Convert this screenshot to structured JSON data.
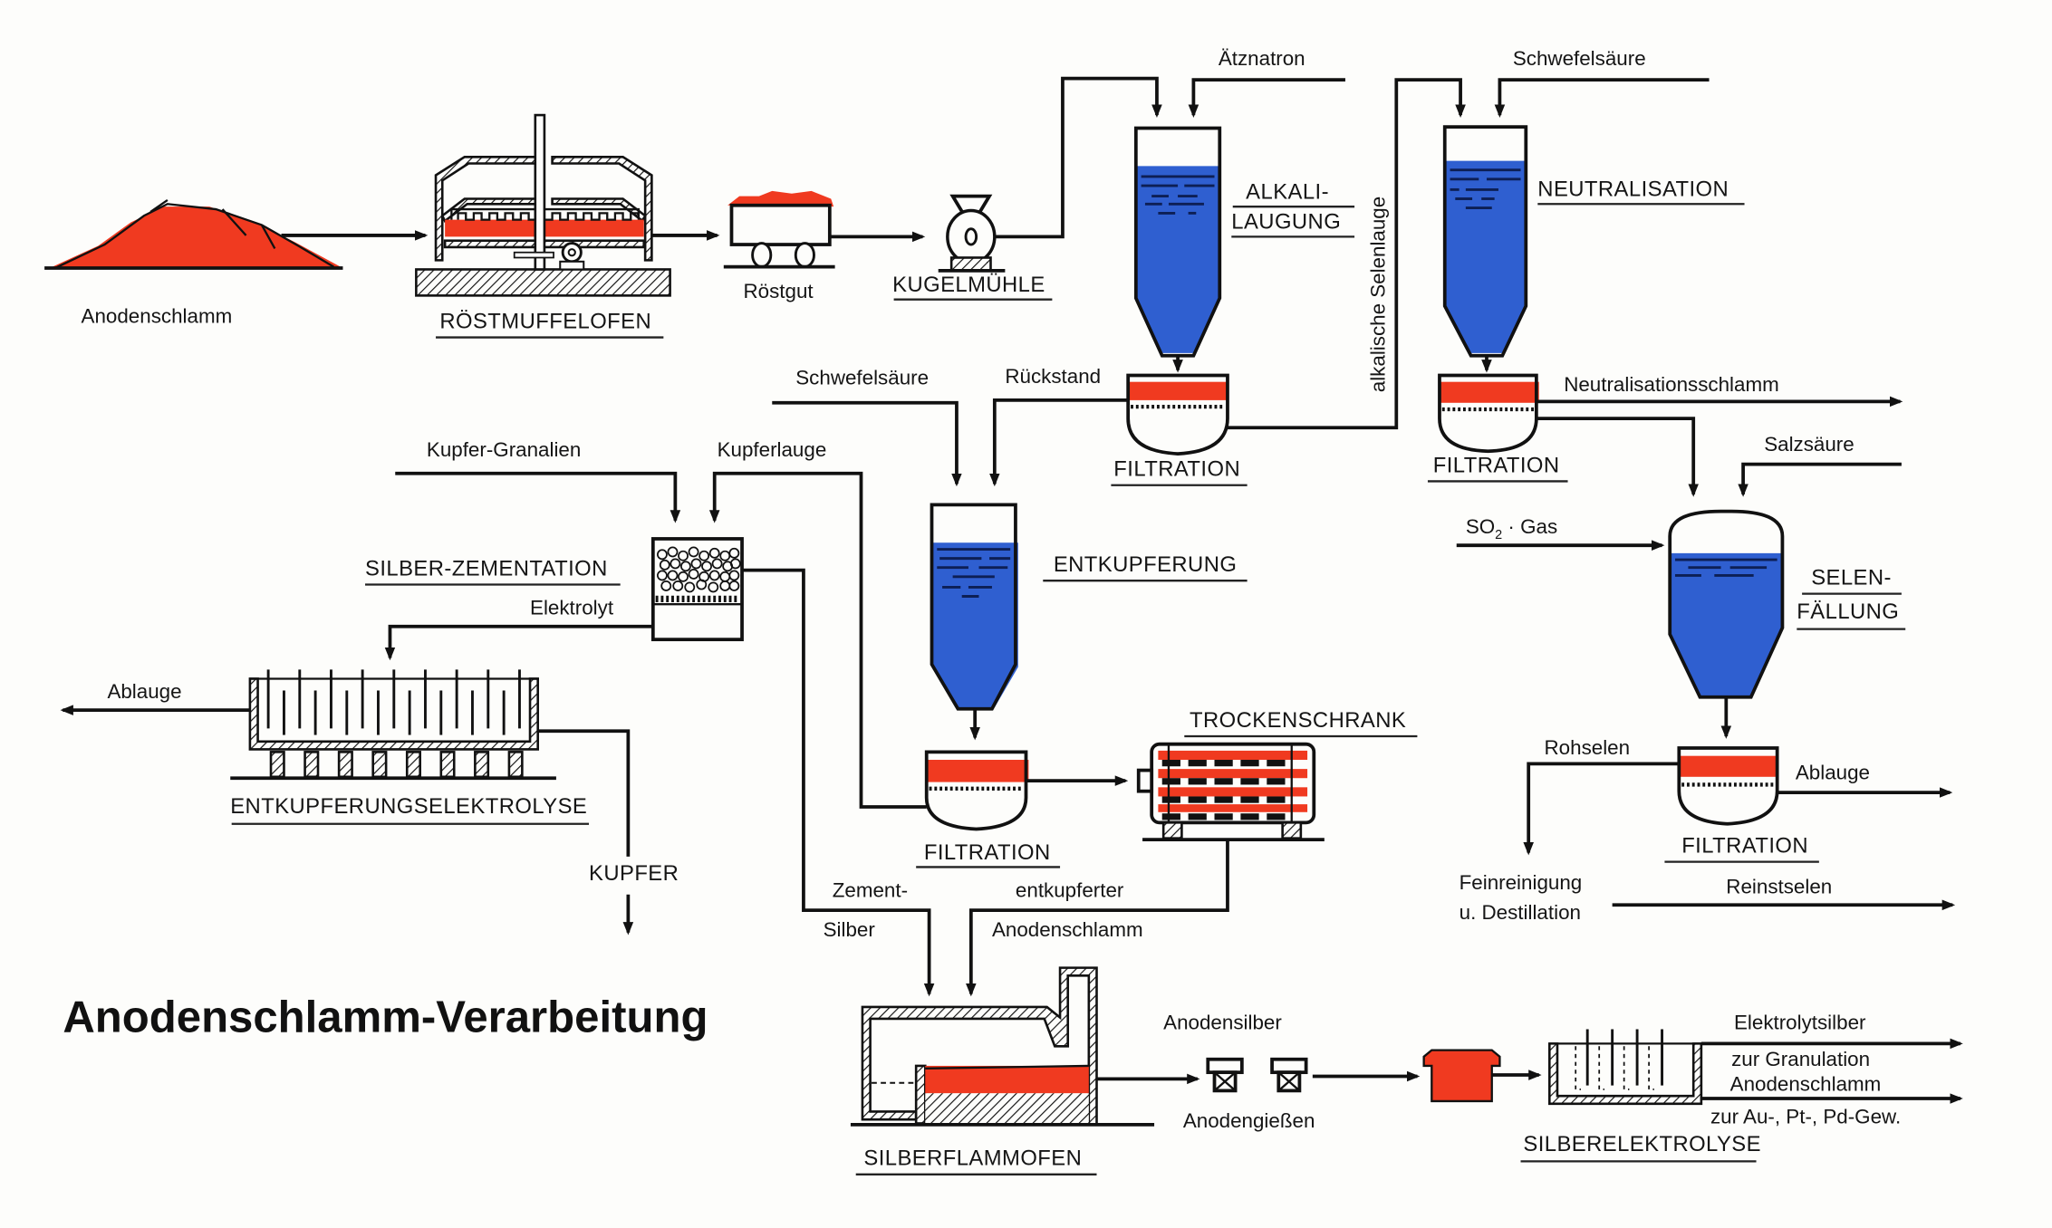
{
  "title": "Anodenschlamm-Verarbeitung",
  "colors": {
    "slime_red": "#f03a20",
    "liquid_blue": "#2f5fd0",
    "ink": "#111111",
    "paper": "#fdfdfb"
  },
  "stations": {
    "anodenschlamm": "Anodenschlamm",
    "roestmuffelofen": "RÖSTMUFFELOFEN",
    "roestgut": "Röstgut",
    "kugelmuehle": "KUGELMÜHLE",
    "alkalilaugung_1": "ALKALI-",
    "alkalilaugung_2": "LAUGUNG",
    "neutralisation": "NEUTRALISATION",
    "filtration_1": "FILTRATION",
    "filtration_2": "FILTRATION",
    "entkupferung": "ENTKUPFERUNG",
    "selenfaellung_1": "SELEN-",
    "selenfaellung_2": "FÄLLUNG",
    "silberzementation": "SILBER-ZEMENTATION",
    "entkupferungselektrolyse": "ENTKUPFERUNGSELEKTROLYSE",
    "filtration_3": "FILTRATION",
    "trockenschrank": "TROCKENSCHRANK",
    "filtration_4": "FILTRATION",
    "silberflammofen": "SILBERFLAMMOFEN",
    "silberelektrolyse": "SILBERELEKTROLYSE"
  },
  "streams": {
    "aetznatron": "Ätznatron",
    "schwefelsaeure_top": "Schwefelsäure",
    "alkalische_selenlauge": "alkalische Selenlauge",
    "schwefelsaeure_mid": "Schwefelsäure",
    "rueckstand": "Rückstand",
    "neutralisationsschlamm": "Neutralisationsschlamm",
    "salzsaeure": "Salzsäure",
    "so2_gas_main": "SO",
    "so2_gas_sub": "2",
    "so2_gas_rest": " · Gas",
    "kupfer_granalien": "Kupfer-Granalien",
    "kupferlauge": "Kupferlauge",
    "elektrolyt": "Elektrolyt",
    "ablauge_left": "Ablauge",
    "kupfer": "KUPFER",
    "rohselen": "Rohselen",
    "ablauge_right": "Ablauge",
    "feinreinigung_1": "Feinreinigung",
    "feinreinigung_2": "u. Destillation",
    "reinstselen": "Reinstselen",
    "zement_1": "Zement-",
    "zement_2": "Silber",
    "entkupferter_1": "entkupferter",
    "entkupferter_2": "Anodenschlamm",
    "anodensilber": "Anodensilber",
    "anodengiessen": "Anodengießen",
    "elektrolytsilber": "Elektrolytsilber",
    "granulation": "zur Granulation",
    "anodenschlamm_out": "Anodenschlamm",
    "edelmetall": "zur Au-, Pt-, Pd-Gew."
  }
}
